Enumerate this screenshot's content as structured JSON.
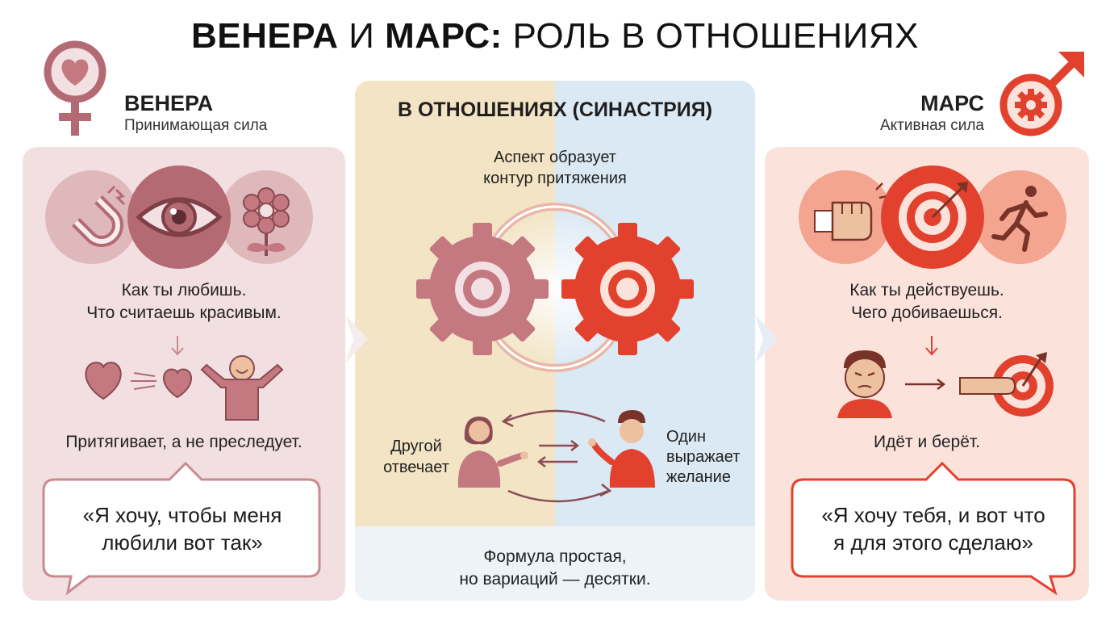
{
  "title": {
    "bold_1": "ВЕНЕРА",
    "middle": "И",
    "bold_2": "МАРС:",
    "rest": "РОЛЬ В ОТНОШЕНИЯХ"
  },
  "venus": {
    "heading": "ВЕНЕРА",
    "subtitle": "Принимающая сила",
    "line1": "Как ты любишь.",
    "line2": "Что считаешь красивым.",
    "caption": "Притягивает, а не преследует.",
    "quote1": "«Я хочу, чтобы меня",
    "quote2": "любили вот так»"
  },
  "center": {
    "heading": "В ОТНОШЕНИЯХ (СИНАСТРИЯ)",
    "aspect1": "Аспект образует",
    "aspect2": "контур притяжения",
    "left_label1": "Другой",
    "left_label2": "отвечает",
    "right_label1": "Один",
    "right_label2": "выражает",
    "right_label3": "желание",
    "formula1": "Формула простая,",
    "formula2": "но вариаций — десятки."
  },
  "mars": {
    "heading": "МАРС",
    "subtitle": "Активная сила",
    "line1": "Как ты действуешь.",
    "line2": "Чего добиваешься.",
    "caption": "Идёт и берёт.",
    "quote1": "«Я хочу тебя, и вот что",
    "quote2": "я для этого сделаю»"
  },
  "icons": {
    "venus_symbol": "venus-symbol-heart-icon",
    "mars_symbol": "mars-symbol-gear-icon",
    "venus_row": [
      "magnet-icon",
      "eye-icon",
      "flower-icon"
    ],
    "mars_row": [
      "fist-icon",
      "target-icon",
      "running-person-icon"
    ]
  },
  "colors": {
    "venus": "#b46a72",
    "venus_light": "#dfb8bc",
    "mars": "#e2412e",
    "mars_light": "#f3a590",
    "venus_panel": "#f2dfe1",
    "mars_panel": "#fbe3dc",
    "center_warm": "#f2e4c4",
    "center_cool": "#dbe9f4"
  }
}
